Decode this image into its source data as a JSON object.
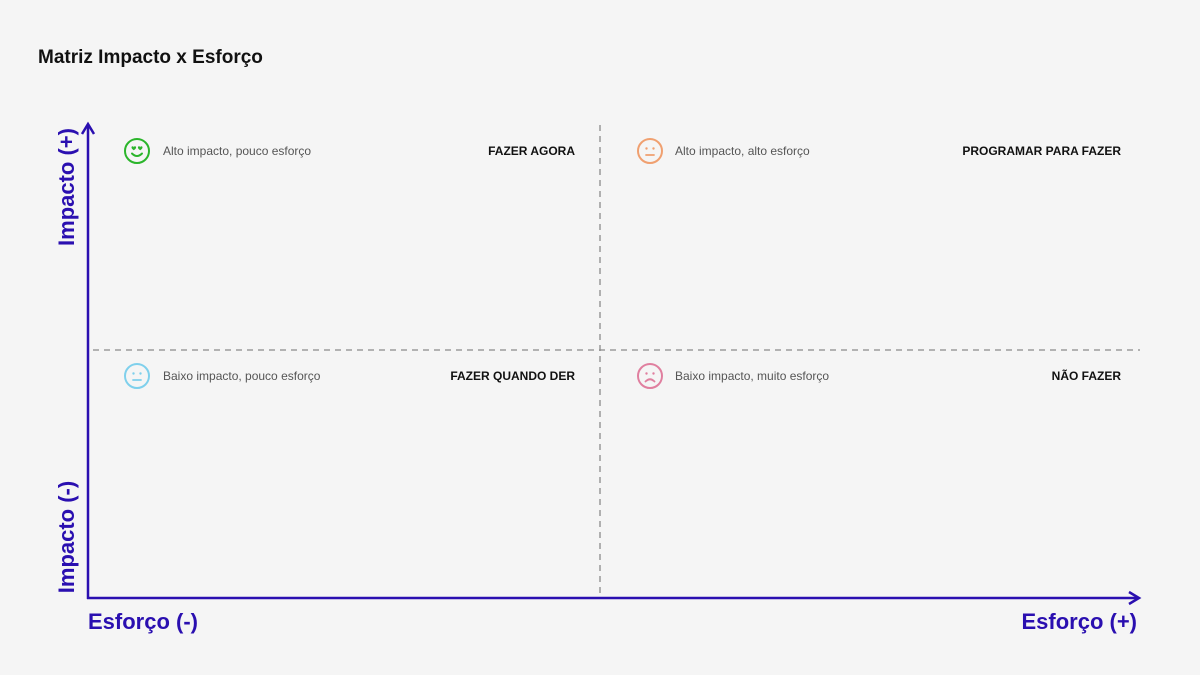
{
  "title": "Matriz Impacto x Esforço",
  "axes": {
    "y_high": "Impacto (+)",
    "y_low": "Impacto (-)",
    "x_low": "Esforço (-)",
    "x_high": "Esforço (+)",
    "color": "#2a0fb0"
  },
  "quadrants": [
    {
      "icon": "heart-eyes-face-icon",
      "color": "#2bb52b",
      "description": "Alto impacto, pouco esforço",
      "action": "FAZER AGORA"
    },
    {
      "icon": "neutral-face-icon",
      "color": "#f0a070",
      "description": "Alto impacto, alto esforço",
      "action": "PROGRAMAR PARA FAZER"
    },
    {
      "icon": "neutral-face-icon",
      "color": "#7fd0ec",
      "description": "Baixo impacto, pouco esforço",
      "action": "FAZER QUANDO DER"
    },
    {
      "icon": "sad-face-icon",
      "color": "#e07f9f",
      "description": "Baixo impacto, muito esforço",
      "action": "NÃO FAZER"
    }
  ]
}
